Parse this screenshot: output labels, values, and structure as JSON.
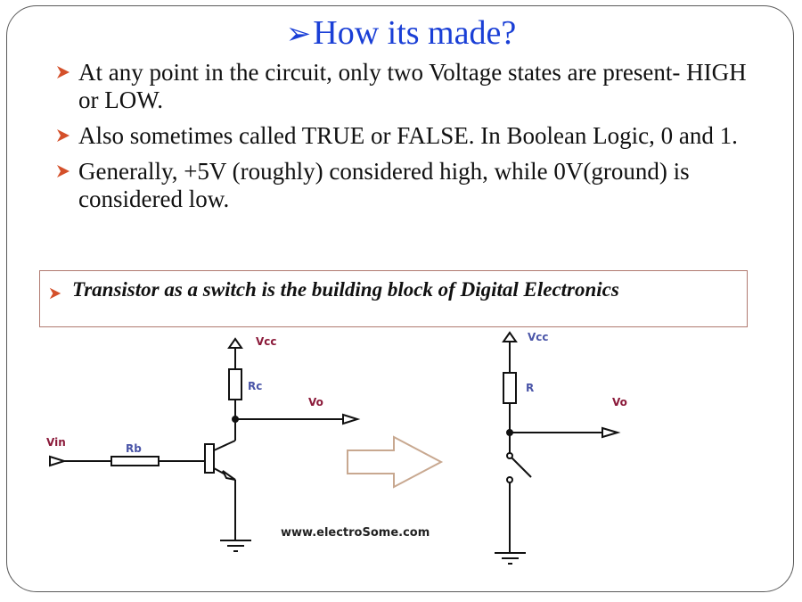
{
  "slide": {
    "title": "How its made?",
    "bullets": [
      "At any point in the circuit, only two Voltage states are present- HIGH or LOW.",
      "Also sometimes called TRUE or FALSE. In Boolean Logic, 0 and 1.",
      "Generally, +5V (roughly) considered high, while 0V(ground) is considered low."
    ],
    "highlight": "Transistor as a switch is the building block of Digital Electronics"
  },
  "diagram": {
    "left": {
      "vcc": "Vcc",
      "rc": "Rc",
      "vo": "Vo",
      "vin": "Vin",
      "rb": "Rb"
    },
    "right": {
      "vcc": "Vcc",
      "r": "R",
      "vo": "Vo"
    },
    "watermark": "www.electroSome.com"
  },
  "colors": {
    "title": "#1a3fd6",
    "bullet_marker": "#d4502a",
    "label_red": "#8b1a3a",
    "label_blue": "#4a55a8",
    "arrow_outline": "#c8a890"
  }
}
